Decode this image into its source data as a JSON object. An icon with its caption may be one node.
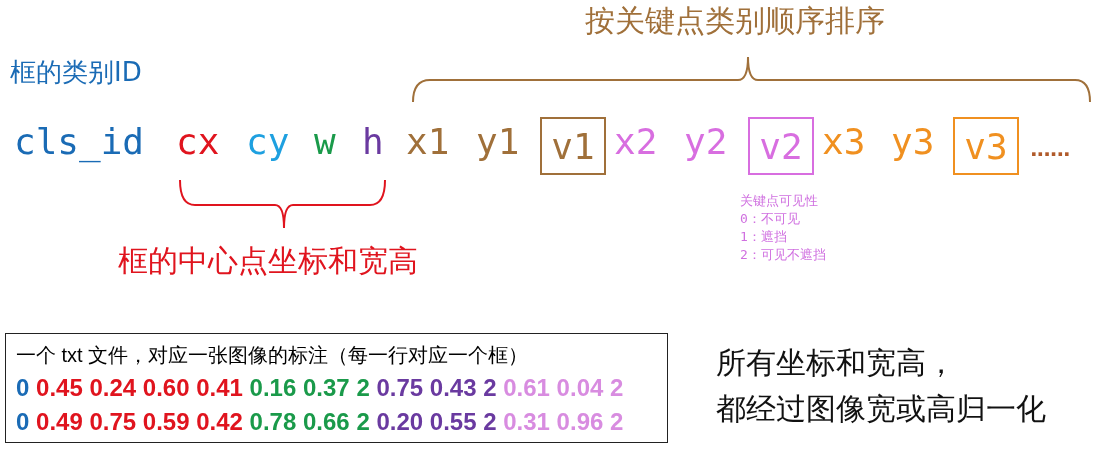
{
  "diagram": {
    "nodes": [
      {
        "text": [
          "v1"
        ]
      },
      {
        "text": [
          "v2"
        ]
      },
      {
        "text": [
          "v3"
        ]
      },
      {
        "text": [
          "一个 txt 文件，对应一张图像的标注（每一行对应一个框）",
          "0 0.45 0.24 0.60 0.41 0.16 0.37 2 0.75 0.43 2 0.61 0.04 2",
          "0 0.49 0.75 0.59 0.42 0.78 0.66 2 0.20 0.55 2 0.31 0.96 2"
        ]
      }
    ],
    "edges": [],
    "labels": [
      "按关键点类别顺序排序",
      "框的类别ID",
      "cls_id",
      "cx",
      "cy",
      "w",
      "h",
      "x1",
      "y1",
      "x2",
      "y2",
      "x3",
      "y3",
      "......",
      "关键点可见性",
      "0：不可见",
      "1：遮挡",
      "2：可见不遮挡",
      "框的中心点坐标和宽高",
      "所有坐标和宽高，",
      "都经过图像宽或高归一化"
    ]
  }
}
